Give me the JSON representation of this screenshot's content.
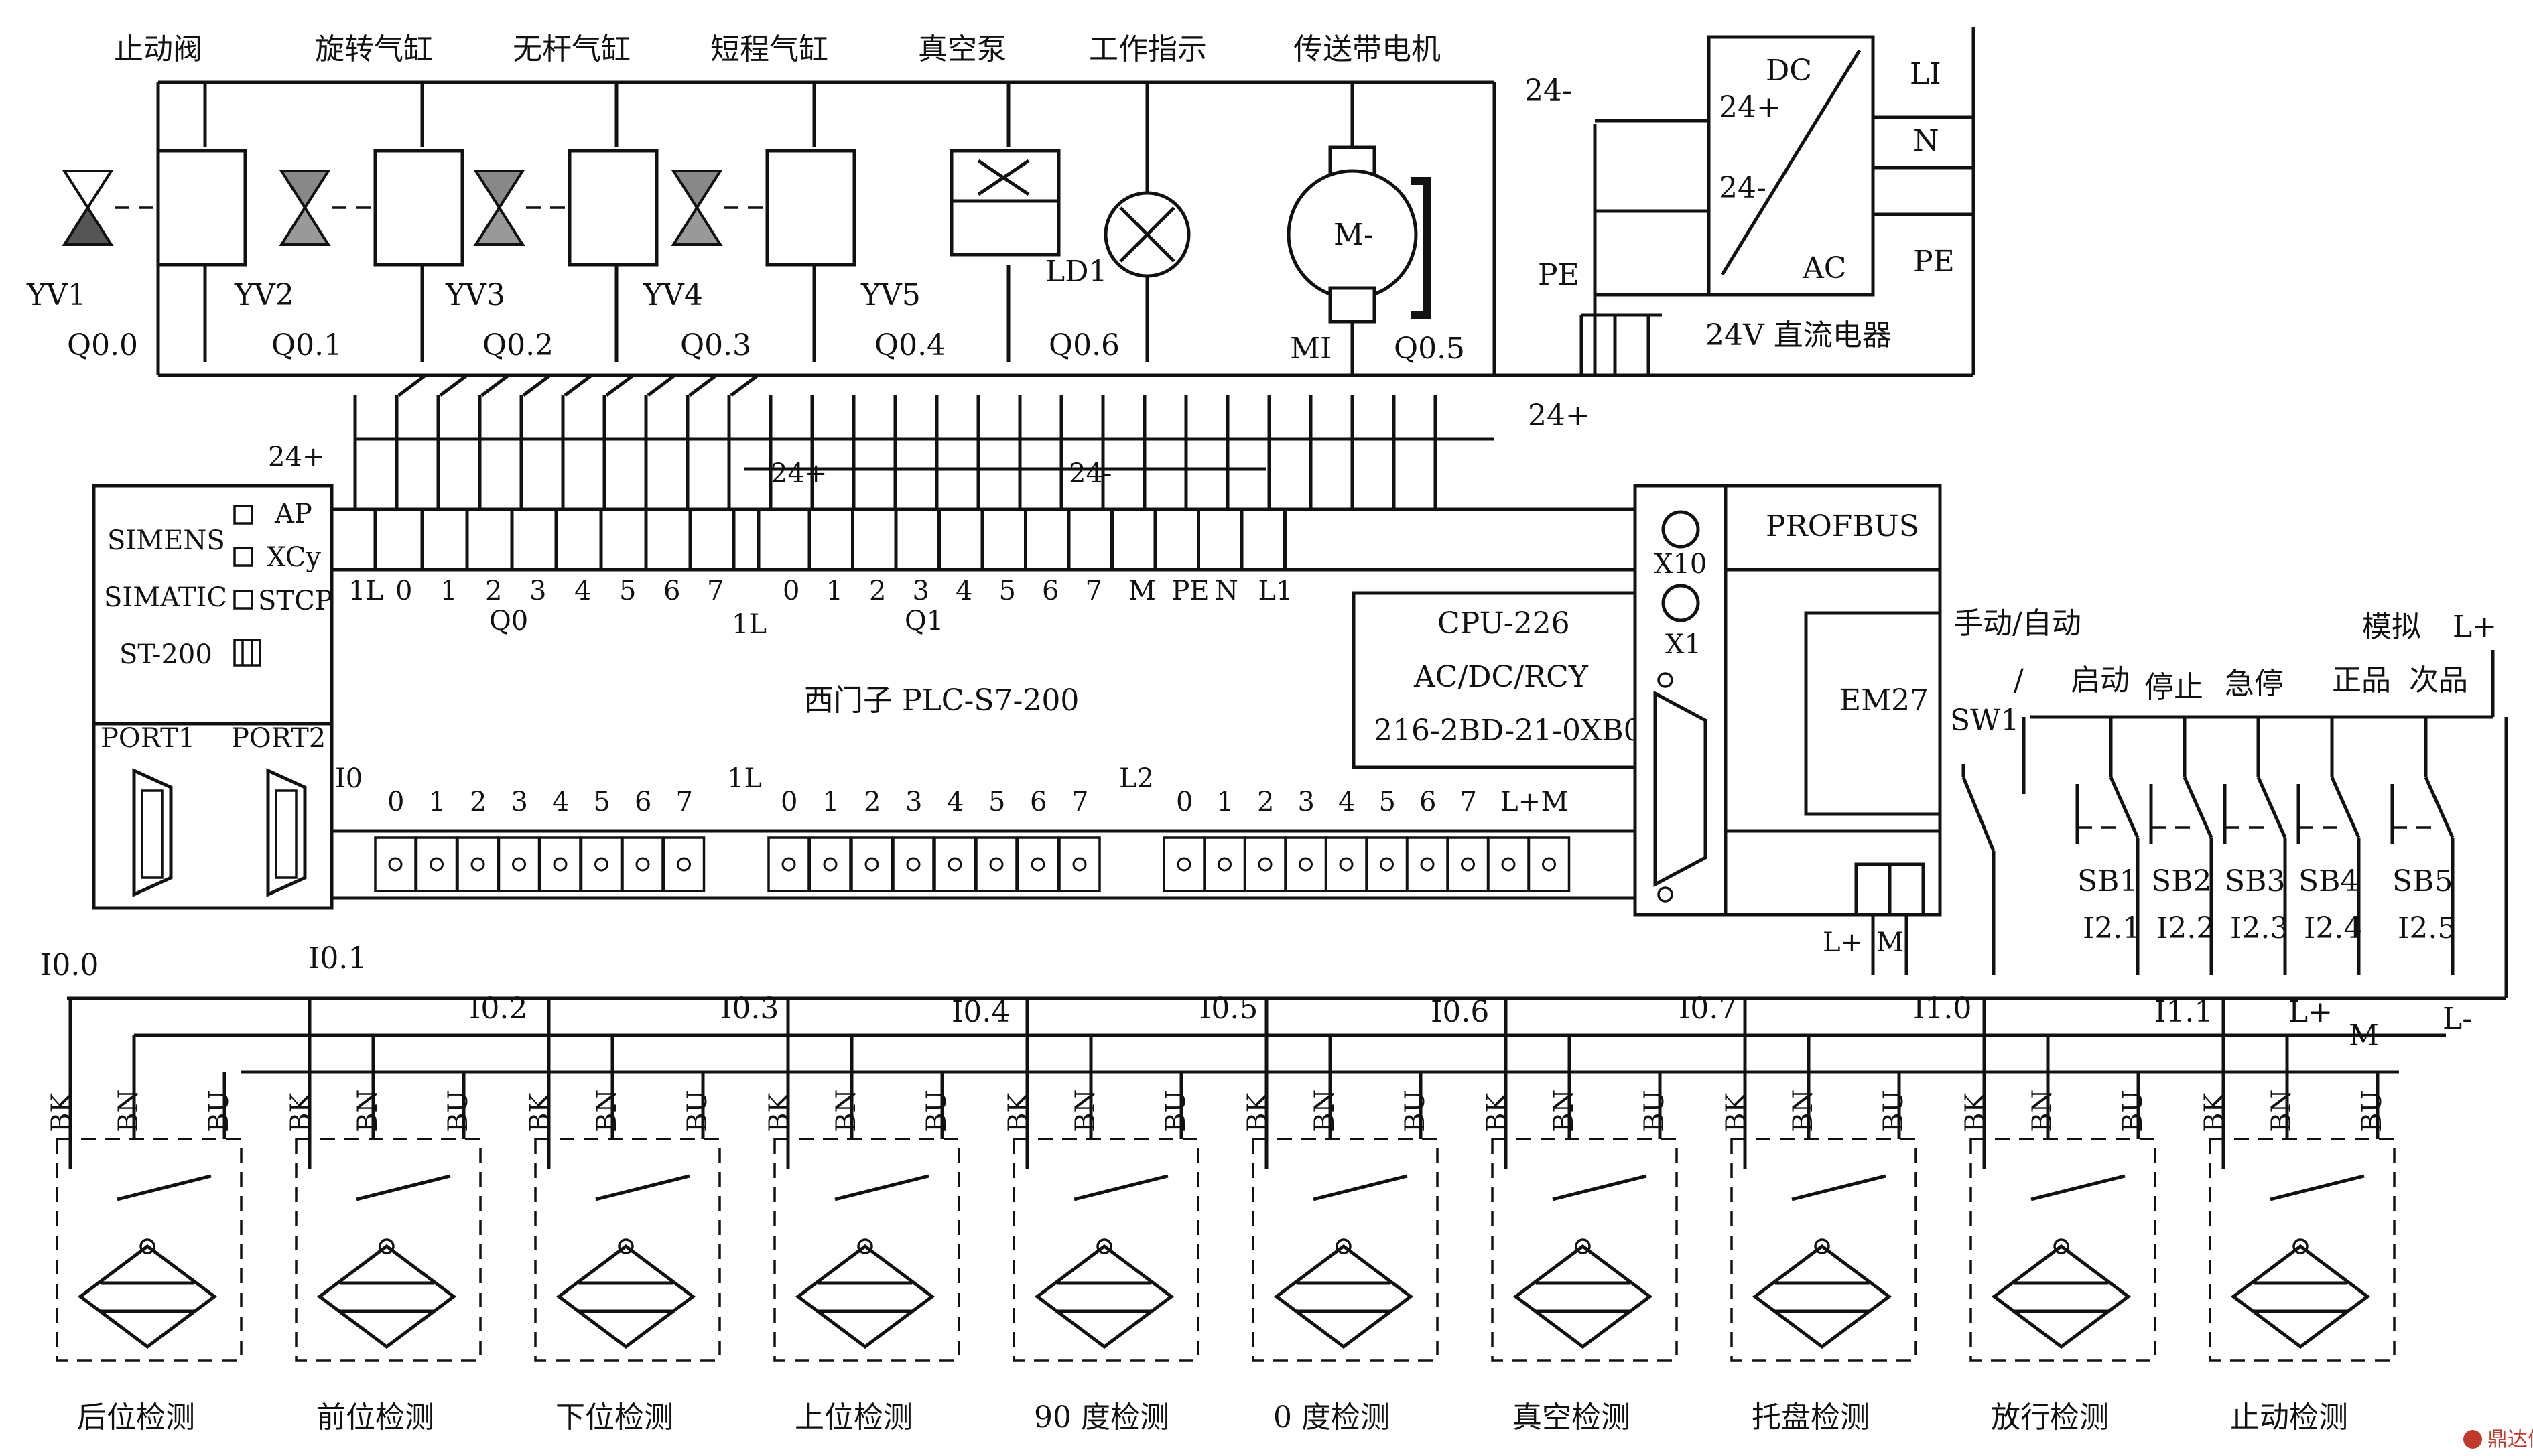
{
  "actuators": [
    {
      "title": "止动阀",
      "tag": "YV1",
      "output": "Q0.0"
    },
    {
      "title": "旋转气缸",
      "tag": "YV2",
      "output": "Q0.1"
    },
    {
      "title": "无杆气缸",
      "tag": "YV3",
      "output": "Q0.2"
    },
    {
      "title": "短程气缸",
      "tag": "YV4",
      "output": "Q0.3"
    },
    {
      "title": "真空泵",
      "tag": "YV5",
      "output": "Q0.4"
    },
    {
      "title": "工作指示",
      "tag": "LD1",
      "output": "Q0.6"
    },
    {
      "title": "传送带电机",
      "tag": "MI",
      "output": "Q0.5",
      "motor_label": "M-"
    }
  ],
  "power_supply": {
    "title": "24V 直流电器",
    "dc": "DC",
    "ac": "AC",
    "p24": "24+",
    "n24": "24-",
    "line_l": "LI",
    "line_n": "N",
    "line_pe": "PE",
    "pe_left": "PE",
    "bus_neg": "24-",
    "bus_pos": "24+"
  },
  "plc": {
    "brand1": "SIMENS",
    "brand2": "SIMATIC",
    "brand3": "ST-200",
    "led1": "AP",
    "led2": "XCy",
    "led3": "STCP",
    "port1": "PORT1",
    "port2": "PORT2",
    "model": "西门子 PLC-S7-200",
    "bus_24p_left": "24+",
    "bus_24p_mid": "24+",
    "bus_24n_mid": "24-",
    "top_terms_a": [
      "1L",
      "0",
      "1",
      "2",
      "3",
      "4",
      "5",
      "6",
      "7"
    ],
    "top_terms_b": [
      "1L",
      "0",
      "1",
      "2",
      "3",
      "4",
      "5",
      "6",
      "7",
      "M",
      "PE",
      "N",
      "L1"
    ],
    "q0": "Q0",
    "q1": "Q1",
    "bot_i0": "I0",
    "bot_1l": "1L",
    "bot_l2": "L2",
    "bot_terms_a": [
      "0",
      "1",
      "2",
      "3",
      "4",
      "5",
      "6",
      "7"
    ],
    "bot_terms_b": [
      "0",
      "1",
      "2",
      "3",
      "4",
      "5",
      "6",
      "7"
    ],
    "bot_terms_c": [
      "0",
      "1",
      "2",
      "3",
      "4",
      "5",
      "6",
      "7",
      "L+",
      "M"
    ],
    "cpu1": "CPU-226",
    "cpu2": "AC/DC/RCY",
    "cpu3": "216-2BD-21-0XB0",
    "x10": "X10",
    "x1": "X1"
  },
  "em": {
    "profibus": "PROFBUS",
    "em": "EM27",
    "lp": "L+",
    "m": "M"
  },
  "switches": {
    "mode": "手动/自动",
    "slash": "/",
    "sw": "SW1",
    "start": "启动",
    "stop": "停止",
    "estop": "急停",
    "simulate": "模拟",
    "lplus": "L+",
    "good": "正品",
    "bad": "次品",
    "items": [
      {
        "tag": "SB1",
        "input": "I2.1"
      },
      {
        "tag": "SB2",
        "input": "I2.2"
      },
      {
        "tag": "SB3",
        "input": "I2.3"
      },
      {
        "tag": "SB4",
        "input": "I2.4"
      },
      {
        "tag": "SB5",
        "input": "I2.5"
      }
    ]
  },
  "inputs": [
    "I0.0",
    "I0.1",
    "I0.2",
    "I0.3",
    "I0.4",
    "I0.5",
    "I0.6",
    "I0.7",
    "I1.0",
    "I1.1"
  ],
  "bus_labels": {
    "lp": "L+",
    "m": "M",
    "ln": "L-"
  },
  "wire_colors": [
    "BK",
    "BN",
    "BU"
  ],
  "sensors": [
    "后位检测",
    "前位检测",
    "下位检测",
    "上位检测",
    "90 度检测",
    "0 度检测",
    "真空检测",
    "托盘检测",
    "放行检测",
    "止动检测"
  ]
}
